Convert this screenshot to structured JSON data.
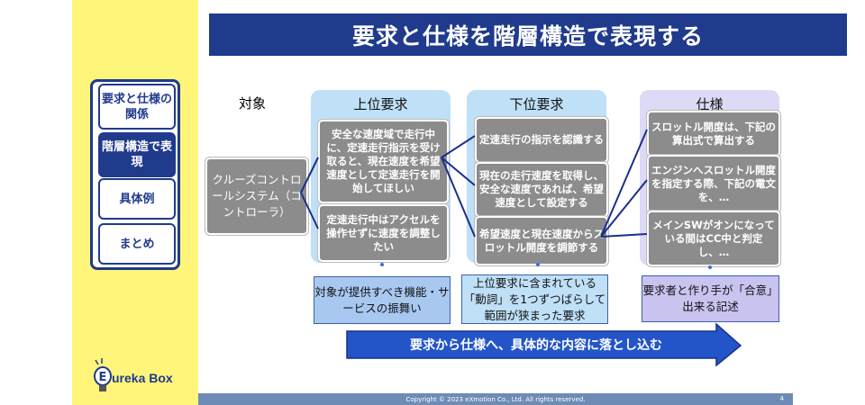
{
  "title": "要求と仕様を階層構造で表現する",
  "nav": [
    "要求と仕様の関係",
    "階層構造で表現",
    "具体例",
    "まとめ"
  ],
  "target": {
    "header": "対象",
    "box": "クルーズコントロールシステム（コントローラ）"
  },
  "upper": {
    "header": "上位要求",
    "items": [
      "安全な速度域で走行中に、定速走行指示を受け取ると、現在速度を希望速度として定速走行を開始してほしい",
      "定速走行中はアクセルを操作せずに速度を調整したい"
    ],
    "note": "対象が提供すべき機能・サービスの振舞い"
  },
  "lower": {
    "header": "下位要求",
    "items": [
      "定速走行の指示を認識する",
      "現在の走行速度を取得し、安全な速度であれば、希望速度として設定する",
      "希望速度と現在速度からスロットル開度を調節する"
    ],
    "note": "上位要求に含まれている「動詞」を1つずつばらして範囲が狭まった要求"
  },
  "spec": {
    "header": "仕様",
    "items": [
      "スロットル開度は、下記の算出式で算出する",
      "エンジンへスロットル開度を指定する際、下記の電文を、…",
      "メインSWがオンになっている間はCC中と判定し、…"
    ],
    "note": "要求者と作り手が「合意」出来る記述"
  },
  "arrow": "要求から仕様へ、具体的な内容に落とし込む",
  "logo": "Eureka Box",
  "footer": {
    "copyright": "Copyright © 2023 eXmotion Co., Ltd. All rights reserved.",
    "page": "4"
  },
  "colors": {
    "navy": "#203a8c",
    "yellow": "#fff57a",
    "lightblue": "#bfe0f7",
    "lavender": "#dcdaf5"
  }
}
